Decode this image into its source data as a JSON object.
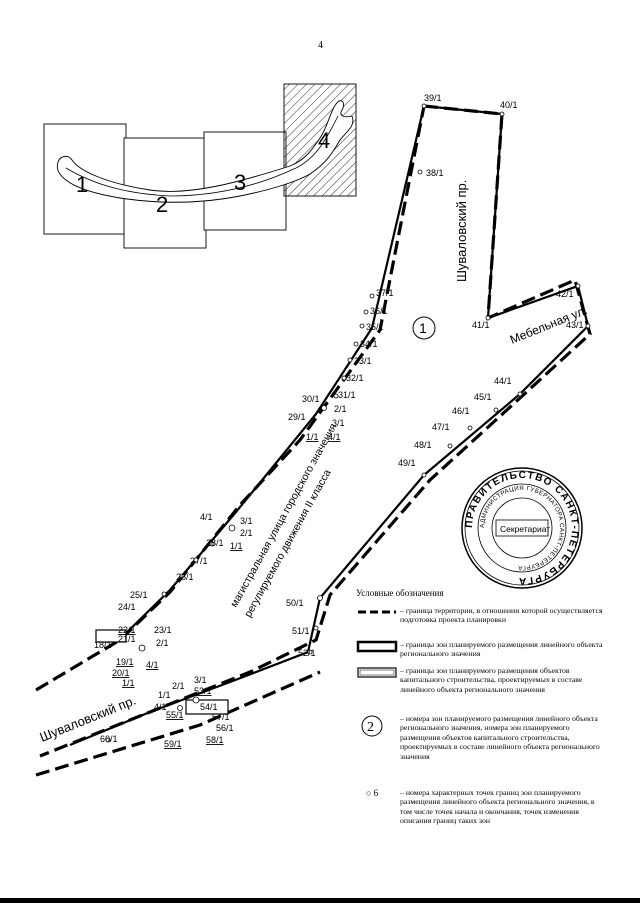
{
  "page_number": "4",
  "key_map": {
    "sections": [
      "1",
      "2",
      "3",
      "4"
    ]
  },
  "streets": {
    "shuvalovsky_top": "Шуваловский пр.",
    "shuvalovsky_bottom": "Шуваловский пр.",
    "mebelnaya": "Мебельная ул.",
    "main_road_line1": "магистральная улица городского значения",
    "main_road_line2": "регулируемого движения II класса"
  },
  "zone_number": "1",
  "points": [
    "39/1",
    "40/1",
    "38/1",
    "42/1",
    "41/1",
    "43/1",
    "37/1",
    "36/1",
    "35/1",
    "34/1",
    "33/1",
    "32/1",
    "31/1",
    "30/1",
    "2/1",
    "29/1",
    "3/1",
    "1/1",
    "4/1",
    "44/1",
    "45/1",
    "46/1",
    "47/1",
    "48/1",
    "49/1",
    "4/1",
    "3/1",
    "2/1",
    "28/1",
    "1/1",
    "27/1",
    "26/1",
    "25/1",
    "24/1",
    "23/1",
    "22/1",
    "21/1",
    "18/1",
    "2/1",
    "19/1",
    "20/1",
    "4/1",
    "1/1",
    "50/1",
    "51/1",
    "52/1",
    "3/1",
    "2/1",
    "53/1",
    "1/1",
    "54/1",
    "55/1",
    "4/1",
    "57/1",
    "56/1",
    "58/1",
    "59/1",
    "60/1"
  ],
  "stamp": {
    "outer_text": "ПРАВИТЕЛЬСТВО САНКТ-ПЕТЕРБУРГА",
    "inner_text": "АДМИНИСТРАЦИЯ ГУБЕРНАТОРА САНКТ-ПЕТЕРБУРГА",
    "center": "Секретариат"
  },
  "legend": {
    "title": "Условные обозначения",
    "items": [
      {
        "symbol": "dashed-line",
        "text": "– граница территории, в отношении которой осуществляется подготовка проекта планировки"
      },
      {
        "symbol": "thick-rect",
        "text": "– границы зон планируемого размещения линейного объекта регионального значения"
      },
      {
        "symbol": "double-rect",
        "text": "– границы зон планируемого размещения объектов капитального строительства, проектируемых в составе линейного объекта регионального значения"
      },
      {
        "symbol": "circle-number",
        "symbol_label": "2",
        "text": "– номера зон планируемого размещения линейного объекта регионального значения, номера зон планируемого размещения объектов капитального строительства, проектируемых в составе линейного объекта регионального значения"
      },
      {
        "symbol": "point-number",
        "symbol_label": "○ 6",
        "text": "– номера характерных точек границ зон планируемого размещения линейного объекта регионального значения, в том числе точек начала и окончания, точек изменения описания границ таких зон"
      }
    ]
  }
}
